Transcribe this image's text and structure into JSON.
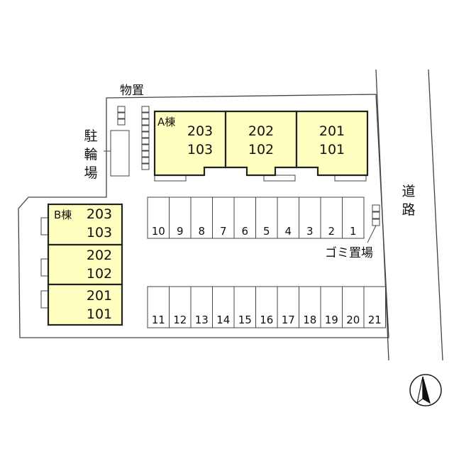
{
  "labels": {
    "storage": "物置",
    "bike_parking": [
      "駐",
      "輪",
      "場"
    ],
    "road": [
      "道",
      "路"
    ],
    "garbage": "ゴミ置場"
  },
  "building_a": {
    "name": "A棟",
    "units": [
      {
        "upper": "203",
        "lower": "103"
      },
      {
        "upper": "202",
        "lower": "102"
      },
      {
        "upper": "201",
        "lower": "101"
      }
    ]
  },
  "building_b": {
    "name": "B棟",
    "units": [
      {
        "upper": "203",
        "lower": "103"
      },
      {
        "upper": "202",
        "lower": "102"
      },
      {
        "upper": "201",
        "lower": "101"
      }
    ]
  },
  "parking_top": [
    "10",
    "9",
    "8",
    "7",
    "6",
    "5",
    "4",
    "3",
    "2",
    "1"
  ],
  "parking_bottom": [
    "11",
    "12",
    "13",
    "14",
    "15",
    "16",
    "17",
    "18",
    "19",
    "20",
    "21"
  ],
  "colors": {
    "building_fill": "#ffffbf",
    "line": "#333333"
  },
  "icons": {
    "north": "north-arrow-icon"
  }
}
